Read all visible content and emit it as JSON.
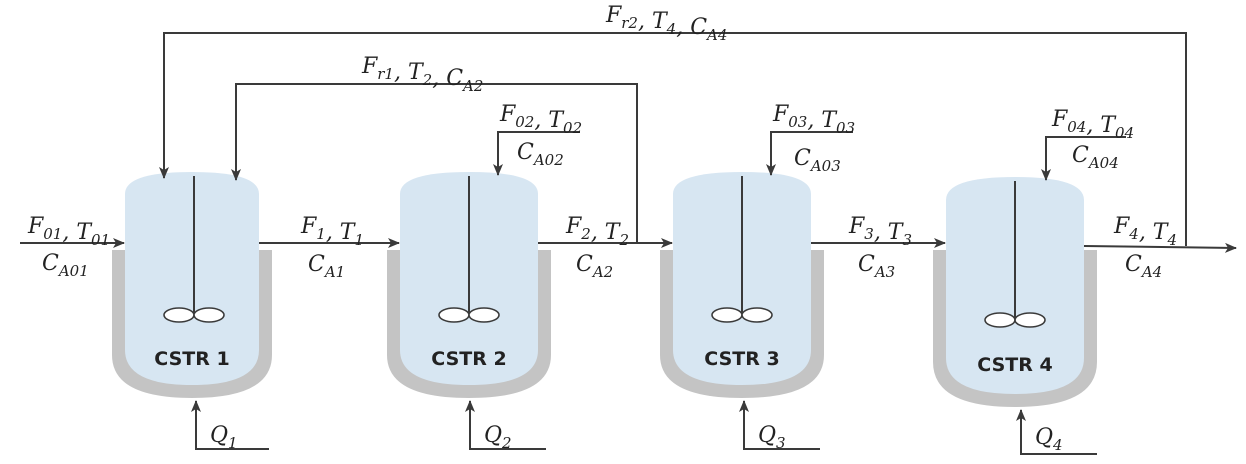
{
  "tanks": [
    {
      "name": "CSTR 1"
    },
    {
      "name": "CSTR 2"
    },
    {
      "name": "CSTR 3"
    },
    {
      "name": "CSTR 4"
    }
  ],
  "labels": {
    "recycle_2": [
      {
        "b": "F",
        "s": "r2"
      },
      {
        "b": ", T",
        "s": "4"
      },
      {
        "b": ", C",
        "s": "A4"
      }
    ],
    "recycle_1": [
      {
        "b": "F",
        "s": "r1"
      },
      {
        "b": ", T",
        "s": "2"
      },
      {
        "b": ", C",
        "s": "A2"
      }
    ],
    "feed_1_top": [
      {
        "b": "F",
        "s": "01"
      },
      {
        "b": ", T",
        "s": "01"
      }
    ],
    "feed_1_bottom": [
      {
        "b": "C",
        "s": "A01"
      }
    ],
    "feed_2_top": [
      {
        "b": "F",
        "s": "02"
      },
      {
        "b": ", T",
        "s": "02"
      }
    ],
    "feed_2_bottom": [
      {
        "b": "C",
        "s": "A02"
      }
    ],
    "feed_3_top": [
      {
        "b": "F",
        "s": "03"
      },
      {
        "b": ", T",
        "s": "03"
      }
    ],
    "feed_3_bottom": [
      {
        "b": "C",
        "s": "A03"
      }
    ],
    "feed_4_top": [
      {
        "b": "F",
        "s": "04"
      },
      {
        "b": ", T",
        "s": "04"
      }
    ],
    "feed_4_bottom": [
      {
        "b": "C",
        "s": "A04"
      }
    ],
    "stream_1_top": [
      {
        "b": "F",
        "s": "1"
      },
      {
        "b": ", T",
        "s": "1"
      }
    ],
    "stream_1_bottom": [
      {
        "b": "C",
        "s": "A1"
      }
    ],
    "stream_2_top": [
      {
        "b": "F",
        "s": "2"
      },
      {
        "b": ", T",
        "s": "2"
      }
    ],
    "stream_2_bottom": [
      {
        "b": "C",
        "s": "A2"
      }
    ],
    "stream_3_top": [
      {
        "b": "F",
        "s": "3"
      },
      {
        "b": ", T",
        "s": "3"
      }
    ],
    "stream_3_bottom": [
      {
        "b": "C",
        "s": "A3"
      }
    ],
    "stream_4_top": [
      {
        "b": "F",
        "s": "4"
      },
      {
        "b": ", T",
        "s": "4"
      }
    ],
    "stream_4_bottom": [
      {
        "b": "C",
        "s": "A4"
      }
    ],
    "heat_1": [
      {
        "b": "Q",
        "s": "1"
      }
    ],
    "heat_2": [
      {
        "b": "Q",
        "s": "2"
      }
    ],
    "heat_3": [
      {
        "b": "Q",
        "s": "3"
      }
    ],
    "heat_4": [
      {
        "b": "Q",
        "s": "4"
      }
    ]
  }
}
